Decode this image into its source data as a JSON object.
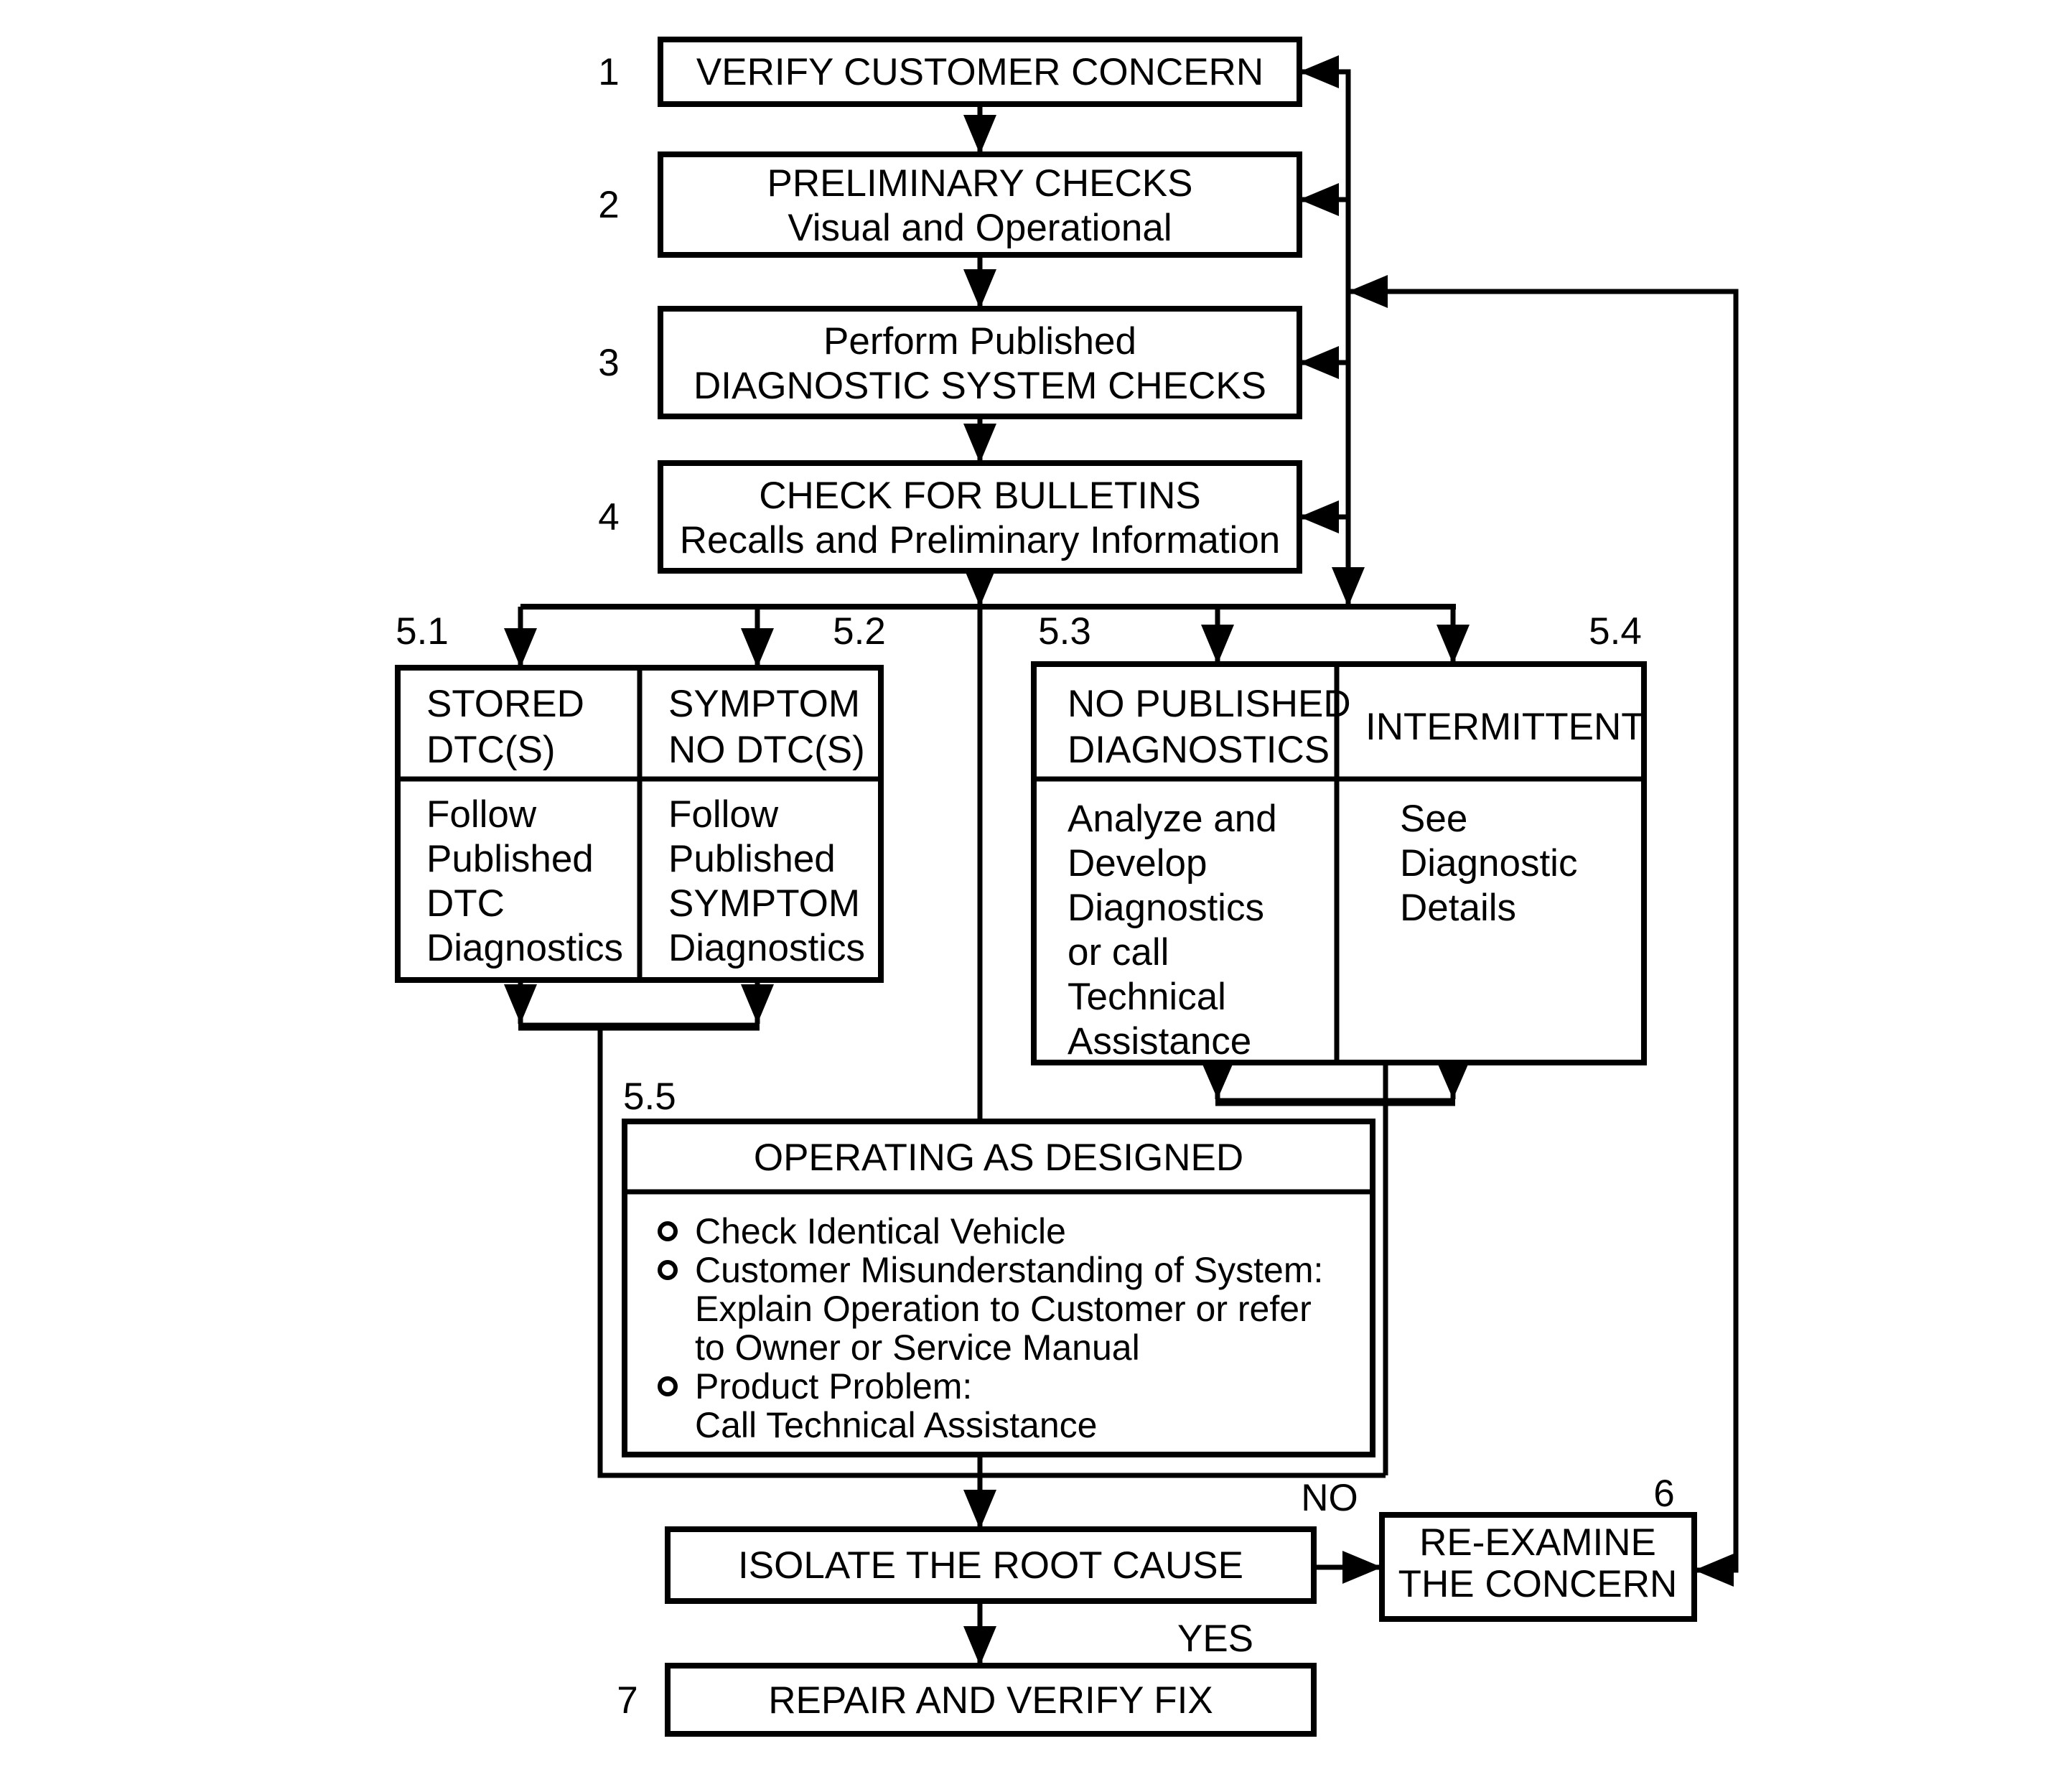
{
  "flowchart": {
    "background_color": "#ffffff",
    "line_color": "#000000",
    "steps": {
      "s1": {
        "num": "1",
        "title": "VERIFY CUSTOMER CONCERN"
      },
      "s2": {
        "num": "2",
        "lines": [
          "PRELIMINARY CHECKS",
          "Visual and Operational"
        ]
      },
      "s3": {
        "num": "3",
        "lines": [
          "Perform Published",
          "DIAGNOSTIC SYSTEM CHECKS"
        ]
      },
      "s4": {
        "num": "4",
        "lines": [
          "CHECK FOR BULLETINS",
          "Recalls and Preliminary Information"
        ]
      },
      "s5_1": {
        "num": "5.1",
        "header": [
          "STORED",
          "DTC(S)"
        ],
        "body": [
          "Follow",
          "Published",
          "DTC",
          "Diagnostics"
        ]
      },
      "s5_2": {
        "num": "5.2",
        "header": [
          "SYMPTOM",
          "NO DTC(S)"
        ],
        "body": [
          "Follow",
          "Published",
          "SYMPTOM",
          "Diagnostics"
        ]
      },
      "s5_3": {
        "num": "5.3",
        "header": [
          "NO PUBLISHED",
          "DIAGNOSTICS"
        ],
        "body": [
          "Analyze and",
          "Develop",
          "Diagnostics",
          "or call",
          "Technical",
          "Assistance"
        ]
      },
      "s5_4": {
        "num": "5.4",
        "header": [
          "INTERMITTENT"
        ],
        "body": [
          "See",
          "Diagnostic",
          "Details"
        ]
      },
      "s5_5": {
        "num": "5.5",
        "title": "OPERATING AS DESIGNED",
        "items": [
          "Check Identical Vehicle",
          "Customer Misunderstanding of System:",
          "Explain Operation to Customer or refer",
          "to Owner or Service Manual",
          "Product Problem:",
          "Call Technical Assistance"
        ]
      },
      "s6": {
        "num": "6",
        "lines": [
          "RE-EXAMINE",
          "THE CONCERN"
        ]
      },
      "s7": {
        "num": "7",
        "title": "REPAIR AND VERIFY FIX"
      },
      "isolate": {
        "title": "ISOLATE THE ROOT CAUSE"
      }
    },
    "edge_labels": {
      "no": "NO",
      "yes": "YES"
    }
  }
}
